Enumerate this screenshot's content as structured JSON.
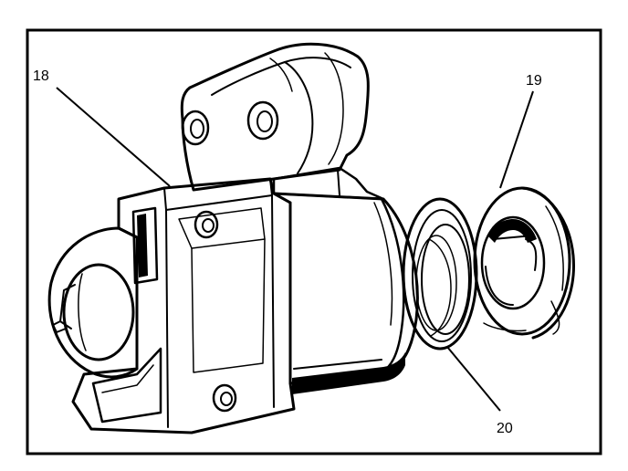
{
  "callouts": {
    "part_18": "18",
    "part_19": "19",
    "part_20": "20"
  },
  "colors": {
    "ink": "#000000",
    "paper": "#ffffff"
  }
}
